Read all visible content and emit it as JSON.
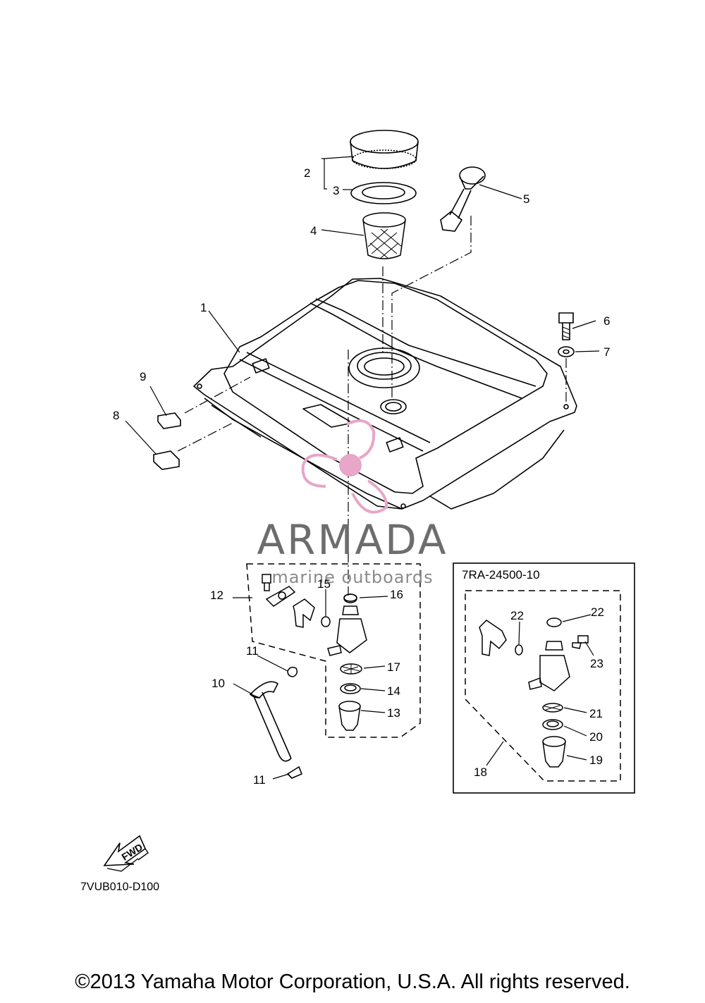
{
  "diagram": {
    "callouts": {
      "c1": "1",
      "c2": "2",
      "c3": "3",
      "c4": "4",
      "c5": "5",
      "c6": "6",
      "c7": "7",
      "c8": "8",
      "c9": "9",
      "c10": "10",
      "c11a": "11",
      "c11b": "11",
      "c12": "12",
      "c13": "13",
      "c14": "14",
      "c15": "15",
      "c16": "16",
      "c17": "17",
      "c18": "18",
      "c19": "19",
      "c20": "20",
      "c21": "21",
      "c22a": "22",
      "c22b": "22",
      "c23": "23"
    },
    "inset_code": "7RA-24500-10",
    "fwd_label": "FWD",
    "figure_code": "7VUB010-D100"
  },
  "watermark": {
    "brand": "ARMADA",
    "tagline": "marine outboards",
    "color": "#e8a6c8"
  },
  "footer": {
    "copyright": "©2013 Yamaha Motor Corporation, U.S.A. All rights reserved."
  }
}
